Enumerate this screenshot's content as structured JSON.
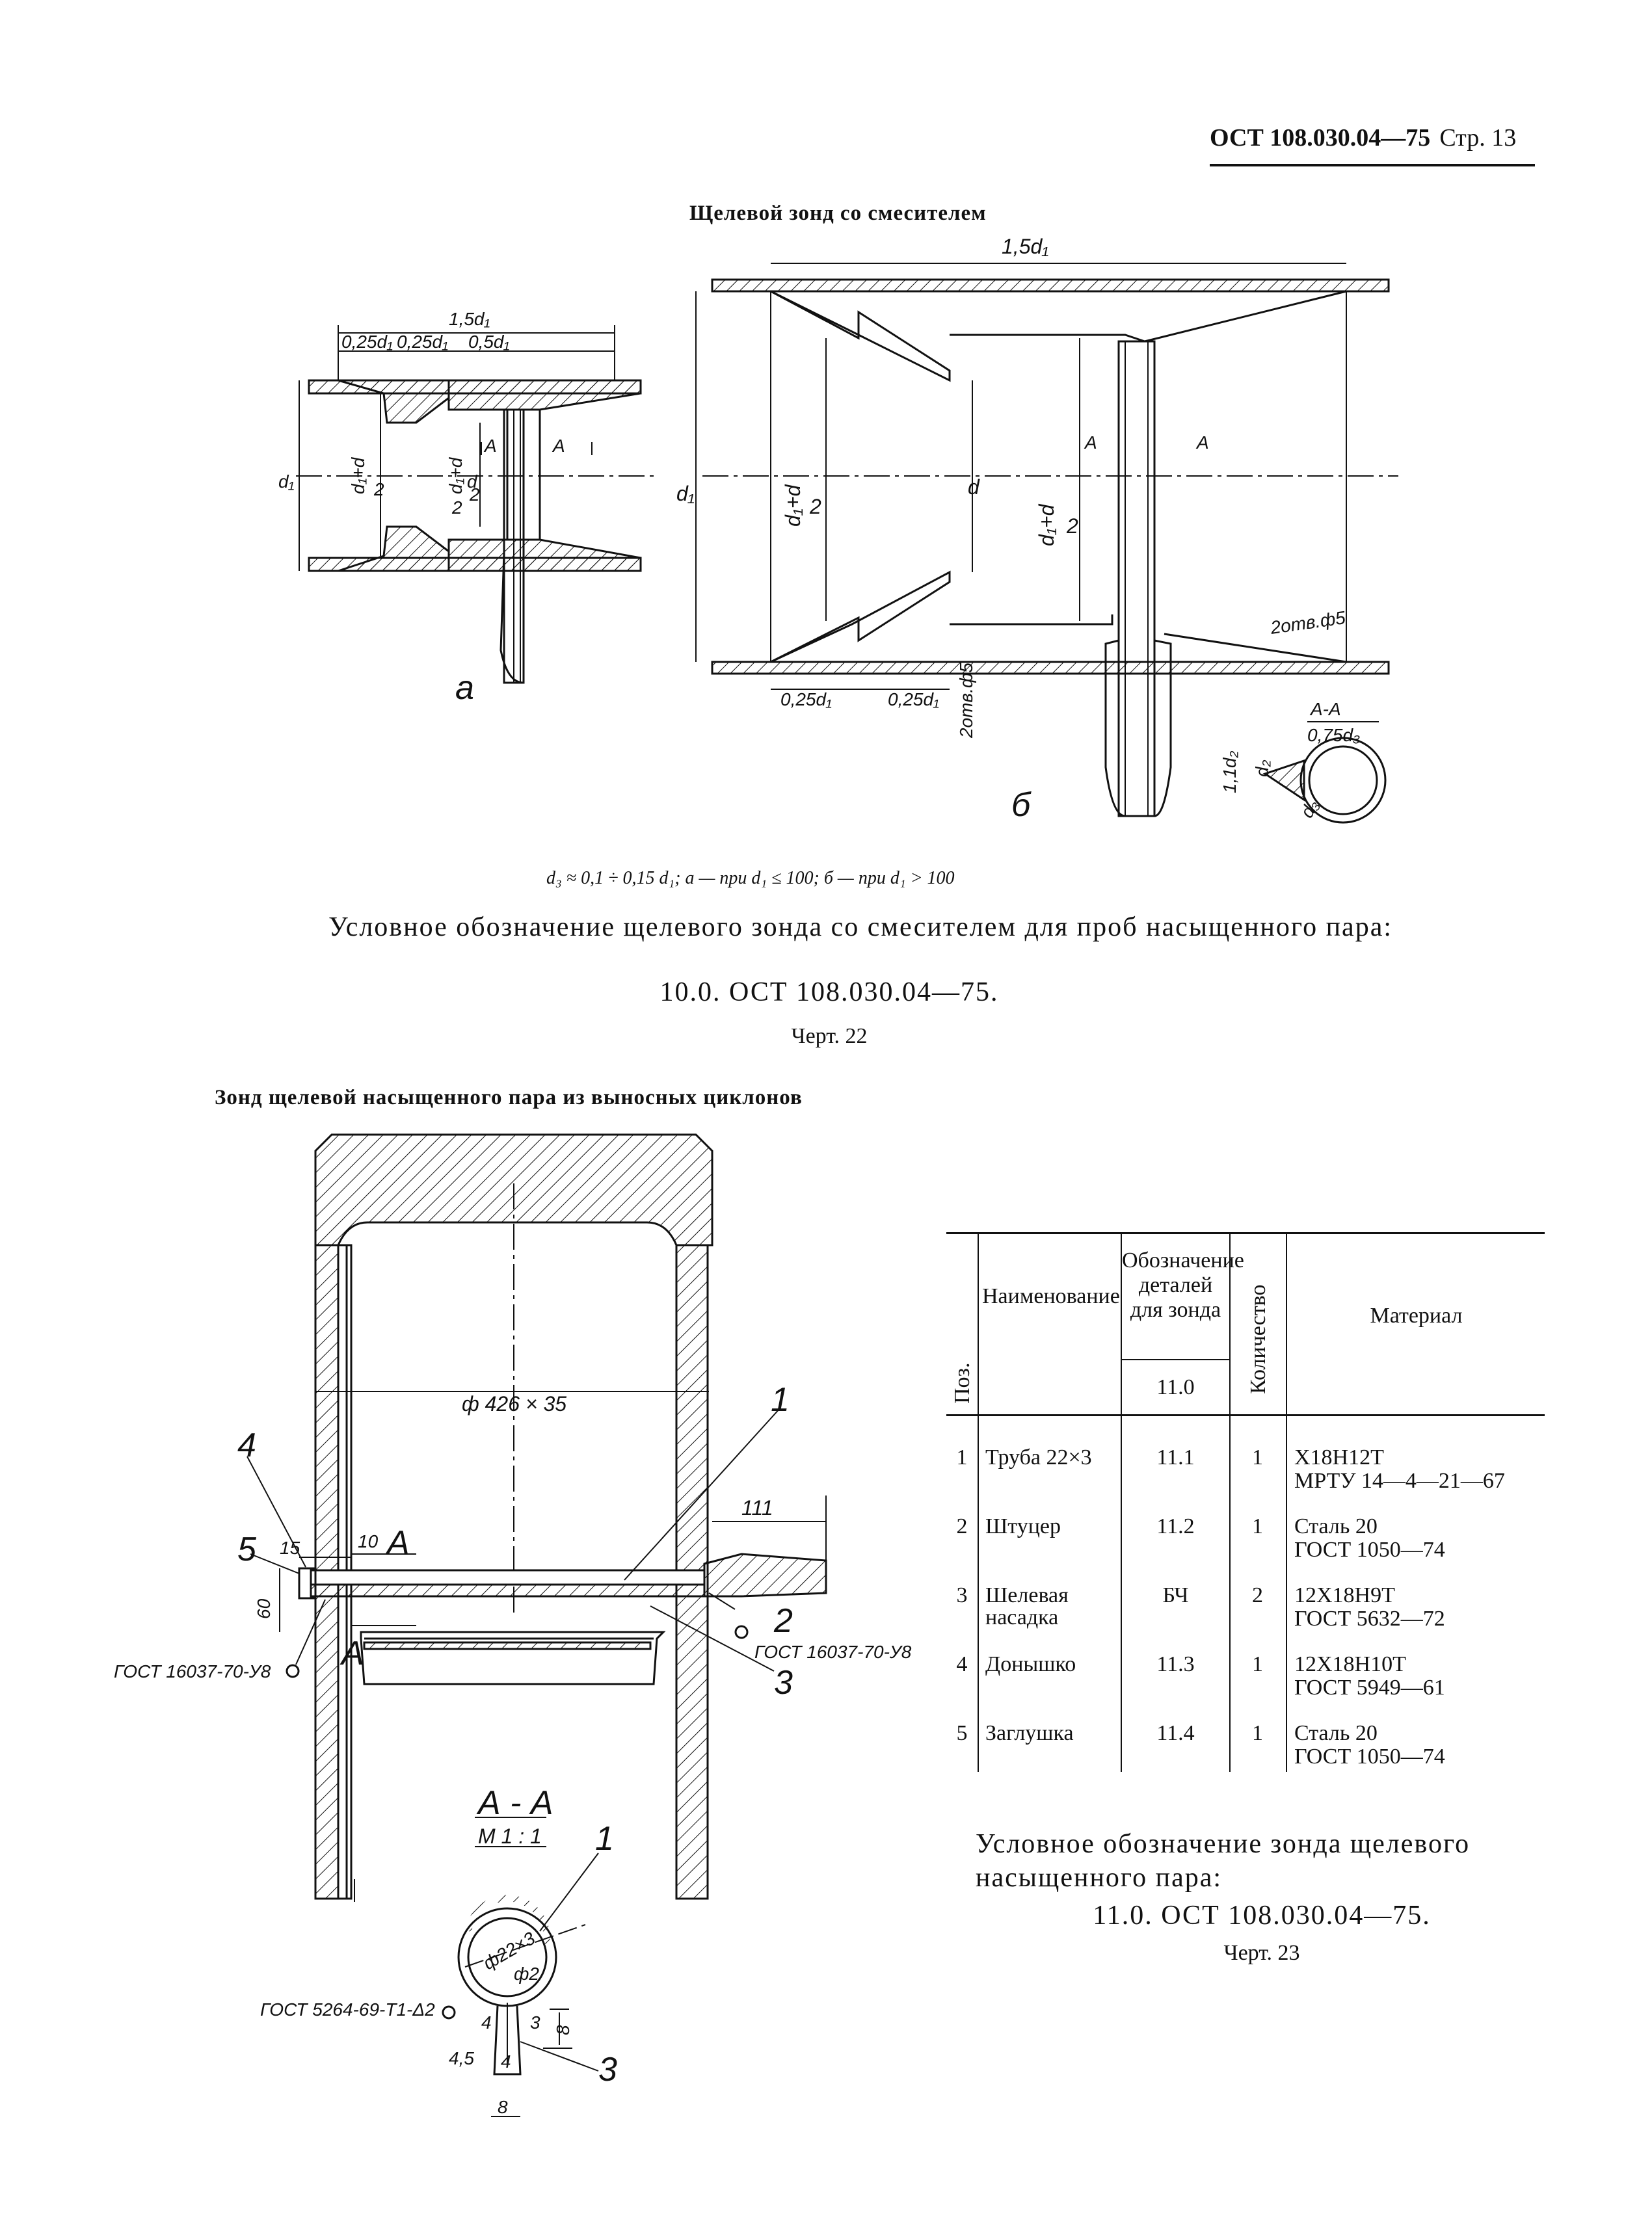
{
  "header": {
    "standard": "ОСТ 108.030.04—75",
    "page": "Стр. 13"
  },
  "figure22": {
    "title": "Щелевой зонд со смесителем",
    "view_a": {
      "label": "а",
      "dims": [
        "1,5d₁",
        "0,25d₁",
        "0,25d₁",
        "0,5d₁",
        "d₁",
        "d₁+d",
        "2",
        "d",
        "2",
        "d₁+d",
        "2",
        "A",
        "A"
      ]
    },
    "view_b": {
      "label": "б",
      "dims": [
        "1,5d₁",
        "d₁",
        "d₁+d",
        "2",
        "d",
        "d₁+d",
        "2",
        "A",
        "A",
        "0,25d₁",
        "0,25d₁",
        "2отв.ф5",
        "2отв.ф5"
      ]
    },
    "section_aa": {
      "label": "А-А",
      "dims": [
        "0,75d₃",
        "1,1d₂",
        "d₂",
        "d₃"
      ]
    },
    "formula": "d₃ ≈ 0,1 ÷ 0,15 d₁; а — при d₁ ≤ 100; б — при d₁ > 100",
    "designation_text": "Условное обозначение щелевого зонда со смесителем для проб насыщенного пара:",
    "designation_code": "10.0. ОСТ 108.030.04—75.",
    "caption": "Черт. 22"
  },
  "figure23": {
    "title": "Зонд щелевой насыщенного пара из выносных циклонов",
    "drawing": {
      "diameter": "ф 426 × 35",
      "dims": [
        "15",
        "10",
        "111",
        "60"
      ],
      "section_marks": [
        "A",
        "A"
      ],
      "callouts": [
        "1",
        "2",
        "3",
        "4",
        "5"
      ],
      "gost_left": "ГОСТ 16037-70-У8",
      "gost_right": "ГОСТ 16037-70-У8"
    },
    "section": {
      "label": "А - А",
      "scale": "М 1 : 1",
      "dims": [
        "ф22×3",
        "ф2",
        "4",
        "3",
        "8",
        "4,5",
        "4",
        "8"
      ],
      "callouts": [
        "1",
        "3"
      ],
      "gost": "ГОСТ 5264-69-Т1-Δ2"
    },
    "table": {
      "headers": {
        "pos": "Поз.",
        "name": "Наименование",
        "designation": "Обозначение деталей для зонда",
        "designation_sub": "11.0",
        "qty": "Количество",
        "material": "Материал"
      },
      "rows": [
        {
          "pos": "1",
          "name": "Труба 22×3",
          "designation": "11.1",
          "qty": "1",
          "material": "Х18Н12Т",
          "material2": "МРТУ 14—4—21—67"
        },
        {
          "pos": "2",
          "name": "Штуцер",
          "designation": "11.2",
          "qty": "1",
          "material": "Сталь 20",
          "material2": "ГОСТ 1050—74"
        },
        {
          "pos": "3",
          "name": "Шелевая насадка",
          "designation": "БЧ",
          "qty": "2",
          "material": "12Х18Н9Т",
          "material2": "ГОСТ 5632—72"
        },
        {
          "pos": "4",
          "name": "Донышко",
          "designation": "11.3",
          "qty": "1",
          "material": "12Х18Н10Т",
          "material2": "ГОСТ 5949—61"
        },
        {
          "pos": "5",
          "name": "Заглушка",
          "designation": "11.4",
          "qty": "1",
          "material": "Сталь 20",
          "material2": "ГОСТ 1050—74"
        }
      ]
    },
    "designation_text": "Условное обозначение зонда щелевого насыщенного пара:",
    "designation_code": "11.0. ОСТ 108.030.04—75.",
    "caption": "Черт. 23"
  }
}
